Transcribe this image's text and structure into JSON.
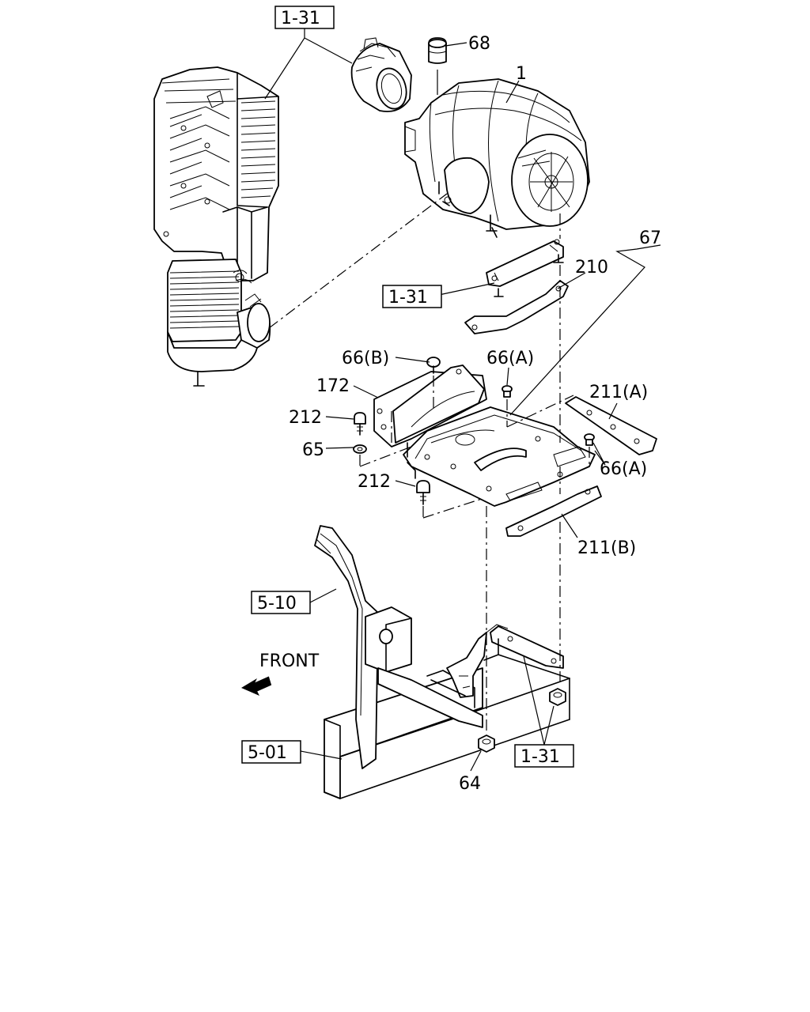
{
  "callouts": {
    "ref_1_31_top": "1-31",
    "ref_1_31_mid": "1-31",
    "ref_1_31_bottom": "1-31",
    "ref_5_10": "5-10",
    "ref_5_01": "5-01",
    "part_68": "68",
    "part_1": "1",
    "part_67": "67",
    "part_210": "210",
    "part_66b": "66(B)",
    "part_66a_top": "66(A)",
    "part_66a_right": "66(A)",
    "part_172": "172",
    "part_211a": "211(A)",
    "part_212_top": "212",
    "part_65": "65",
    "part_212_bottom": "212",
    "part_211b": "211(B)",
    "part_64": "64"
  },
  "front_label": "FRONT",
  "colors": {
    "line": "#000000",
    "background": "#ffffff"
  }
}
